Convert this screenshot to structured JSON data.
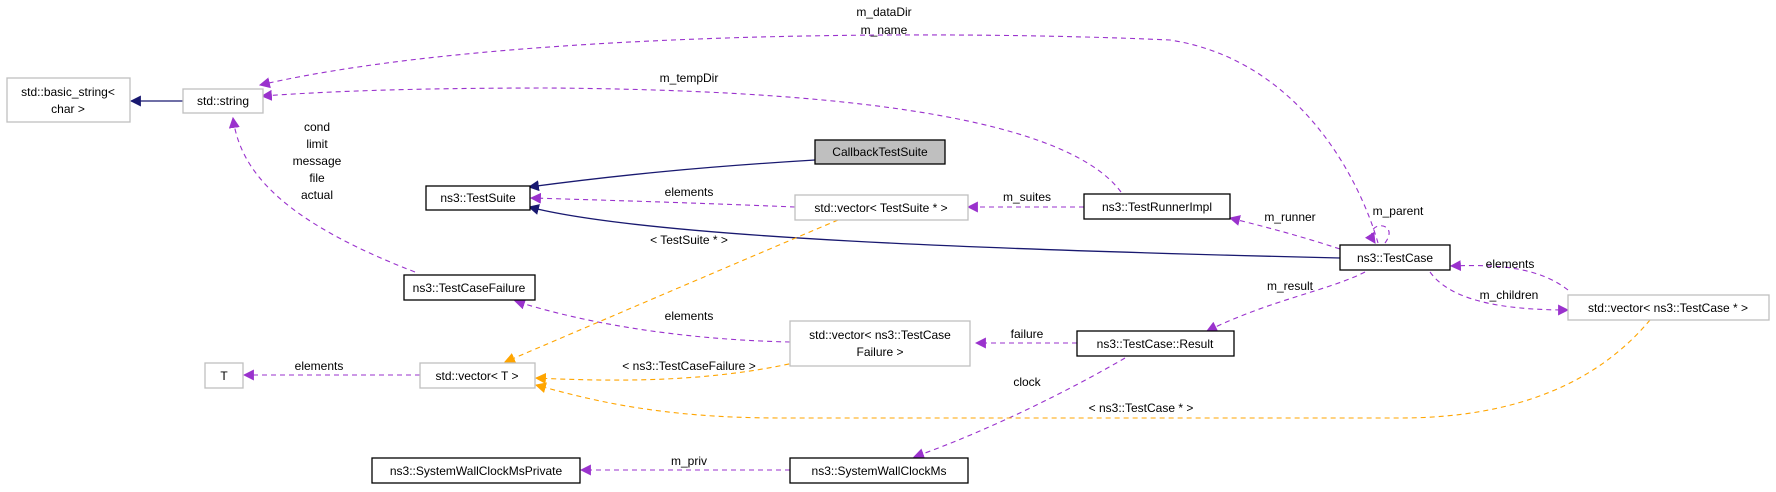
{
  "colors": {
    "inheritance": "#191970",
    "usage": "#9a32cd",
    "template": "#ffa500",
    "node_border_strong": "#000000",
    "node_border_weak": "#bfbfbf",
    "highlight_fill": "#bfbfbf"
  },
  "nodes": {
    "basic_string": [
      "std::basic_string<",
      "char >"
    ],
    "std_string": [
      "std::string"
    ],
    "callback_test_suite": [
      "CallbackTestSuite"
    ],
    "test_suite": [
      "ns3::TestSuite"
    ],
    "vector_test_suite": [
      "std::vector< TestSuite * >"
    ],
    "test_runner_impl": [
      "ns3::TestRunnerImpl"
    ],
    "test_case": [
      "ns3::TestCase"
    ],
    "vector_test_case": [
      "std::vector< ns3::TestCase * >"
    ],
    "test_case_failure": [
      "ns3::TestCaseFailure"
    ],
    "t": [
      "T"
    ],
    "vector_t": [
      "std::vector< T >"
    ],
    "vector_failure": [
      "std::vector< ns3::TestCase",
      "Failure >"
    ],
    "test_case_result": [
      "ns3::TestCase::Result"
    ],
    "wall_clock_private": [
      "ns3::SystemWallClockMsPrivate"
    ],
    "wall_clock": [
      "ns3::SystemWallClockMs"
    ]
  },
  "edge_labels": {
    "data_dir": "m_dataDir",
    "name": "m_name",
    "temp_dir": "m_tempDir",
    "failure_fields": [
      "cond",
      "limit",
      "message",
      "file",
      "actual"
    ],
    "suite_elements": "elements",
    "suites": "m_suites",
    "parent": "m_parent",
    "runner": "m_runner",
    "case_elements": "elements",
    "children": "m_children",
    "tmpl_test_suite": "< TestSuite * >",
    "failure_elements": "elements",
    "result": "m_result",
    "failure": "failure",
    "t_elements": "elements",
    "tmpl_failure": "< ns3::TestCaseFailure >",
    "clock": "clock",
    "tmpl_test_case": "< ns3::TestCase * >",
    "priv": "m_priv"
  }
}
